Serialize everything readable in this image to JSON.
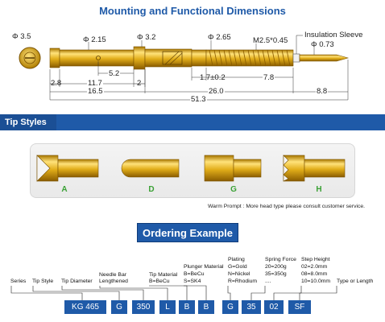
{
  "header": {
    "title": "Mounting and Functional Dimensions"
  },
  "dimensions": {
    "d_head": "Φ 3.5",
    "d_barrel": "Φ 2.15",
    "d_collar": "Φ 3.2",
    "d_body": "Φ 2.65",
    "thread": "M2.5*0.45",
    "sleeve": "Insulation Sleeve",
    "d_tip": "Φ 0.73",
    "len_a": "2.8",
    "len_b": "11.7",
    "len_c": "5.2",
    "len_d": "2",
    "len_e": "1.7±0.2",
    "len_f": "7.8",
    "len_g": "16.5",
    "len_h": "26.0",
    "len_i": "8.8",
    "len_total": "51.3"
  },
  "tip_styles": {
    "label": "Tip Styles",
    "tips": [
      {
        "letter": "A"
      },
      {
        "letter": "D"
      },
      {
        "letter": "G"
      },
      {
        "letter": "H"
      }
    ],
    "note": "Warm Prompt : More head type please consult customer service."
  },
  "ordering": {
    "title": "Ordering Example",
    "labels": {
      "series": "Series",
      "tip_style": "Tip Style",
      "tip_diameter": "Tip Diameter",
      "needle_bar_1": "Needle Bar",
      "needle_bar_2": "Lengthened",
      "tip_material_1": "Tip Material",
      "tip_material_2": "B=BeCu",
      "plunger_1": "Plunger Material",
      "plunger_2": "B=BeCu",
      "plunger_3": "S=SK4",
      "plating_1": "Plating",
      "plating_2": "G=Gold",
      "plating_3": "N=Nickel",
      "plating_4": "R=Rhodium",
      "spring_1": "Spring Force",
      "spring_2": "20=200g",
      "spring_3": "35=350g",
      "spring_4": "....",
      "step_1": "Step Height",
      "step_2": "02=2.0mm",
      "step_3": "08=8.0mm",
      "step_4": "10=10.0mm",
      "type": "Type or Length"
    },
    "codes": [
      "KG 465",
      "G",
      "350",
      "L",
      "B",
      "B",
      "G",
      "35",
      "02",
      "SF"
    ]
  },
  "colors": {
    "brand_blue": "#1f5aa8",
    "gold": "#d9a400",
    "tip_green": "#3aa135"
  }
}
